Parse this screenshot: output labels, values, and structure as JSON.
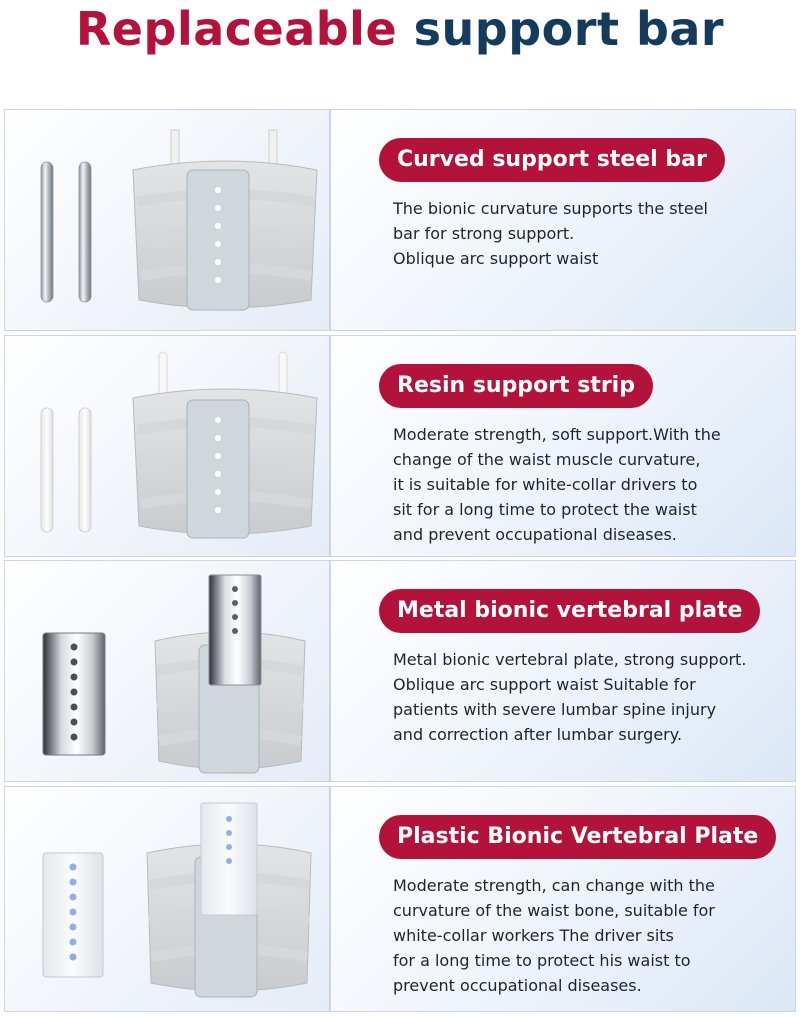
{
  "header": {
    "title_part1": "Replaceable",
    "title_part2": "support bar"
  },
  "colors": {
    "accent": "#b3123a",
    "title_dark": "#143a5c",
    "panel_blue": "#dbe7f6",
    "border": "#c9d6e6"
  },
  "sections": [
    {
      "label": "Curved support steel bar",
      "lines": [
        "The bionic curvature supports the steel",
        "bar for strong support.",
        "Oblique arc support waist"
      ]
    },
    {
      "label": "Resin support strip",
      "lines": [
        "Moderate strength, soft support.With the",
        "change of the waist muscle curvature,",
        "it is suitable for white-collar drivers to",
        "sit for a long time to protect the waist",
        "and prevent occupational diseases."
      ]
    },
    {
      "label": "Metal bionic vertebral plate",
      "lines": [
        "Metal bionic vertebral plate, strong support.",
        "Oblique arc support waist Suitable for",
        "patients with severe lumbar spine injury",
        "and correction after lumbar surgery."
      ]
    },
    {
      "label": "Plastic Bionic Vertebral Plate",
      "lines": [
        "Moderate strength, can change with the",
        "curvature of the waist bone, suitable for",
        "white-collar workers The driver sits",
        "for a long time to protect his waist to",
        "prevent occupational diseases."
      ]
    }
  ]
}
